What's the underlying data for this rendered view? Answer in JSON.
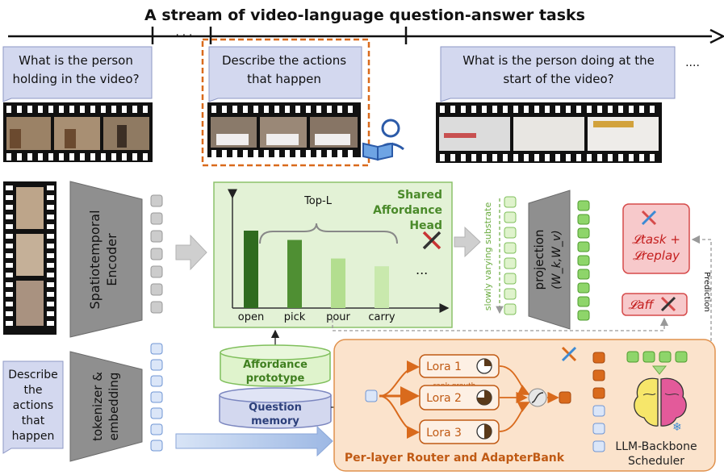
{
  "header": {
    "title": "A stream of video-language question-answer tasks",
    "dots_mid": "· · ·",
    "dots_right": "...."
  },
  "questions": [
    {
      "line1": "What is the person",
      "line2": "holding in the video?"
    },
    {
      "line1": "Describe the actions",
      "line2": "that happen"
    },
    {
      "line1": "What is the person doing at the",
      "line2": "start of the video?"
    }
  ],
  "encoder": {
    "label_line1": "Spatiotemporal",
    "label_line2": "Encoder"
  },
  "affordance_head": {
    "title_line1": "Shared",
    "title_line2": "Affordance",
    "title_line3": "Head",
    "brace_label": "Top-L",
    "bars": [
      "open",
      "pick",
      "pour",
      "carry"
    ],
    "ellipsis": "..."
  },
  "chart_data": {
    "type": "bar",
    "categories": [
      "open",
      "pick",
      "pour",
      "carry"
    ],
    "values": [
      1.0,
      0.88,
      0.64,
      0.54
    ],
    "colors": [
      "#2f6b1f",
      "#4f8f33",
      "#b3de8f",
      "#c9e9ad"
    ]
  },
  "substrate_label": "slowly varying substrate",
  "projection": {
    "label": "projection",
    "formula": "(W_k,W_v)"
  },
  "losses": {
    "task": "𝓛task +",
    "replay": "𝓛replay",
    "aff": "𝓛aff",
    "prediction": "Prediction"
  },
  "prototype": {
    "line1": "Affordance",
    "line2": "prototype"
  },
  "memory": {
    "line1": "Question",
    "line2": "memory"
  },
  "text_input": {
    "lines": [
      "Describe",
      "the",
      "actions",
      "that",
      "happen"
    ]
  },
  "tokenizer": {
    "line1": "tokenizer &",
    "line2": "embedding"
  },
  "router": {
    "loras": [
      "Lora 1",
      "Lora 2",
      "Lora 3"
    ],
    "rank_note": "rank grouth",
    "caption": "Per-layer Router and AdapterBank"
  },
  "backbone": {
    "line1": "LLM-Backbone",
    "line2": "Scheduler"
  },
  "colors": {
    "orange": "#d96a1c",
    "green_panel": "#e3f2d6",
    "lavender": "#d3d8ef",
    "pink": "#f7c9cb",
    "peach": "#fbe3cc"
  }
}
